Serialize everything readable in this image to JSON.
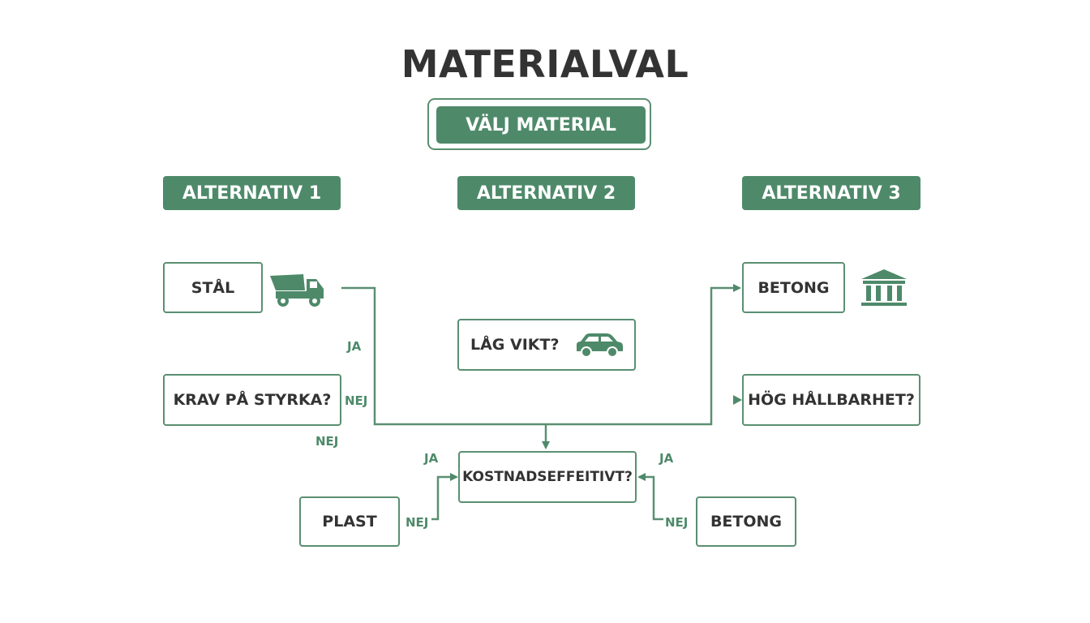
{
  "title": "MATERIALVAL",
  "main_button": "VÄLJ MATERIAL",
  "headers": [
    "ALTERNATIV 1",
    "ALTERNATIV 2",
    "ALTERNATIV 3"
  ],
  "nodes": {
    "stal": "STÅL",
    "krav_styrka": "KRAV PÅ STYRKA?",
    "lag_vikt": "LÅG VIKT?",
    "betong_top": "BETONG",
    "hog_hallbarhet": "HÖG HÅLLBARHET?",
    "kostnad": "KOSTNADSEFFEITIVT?",
    "plast": "PLAST",
    "betong_bottom": "BETONG"
  },
  "labels": {
    "ja_left": "JA",
    "nej_krav_right": "NEJ",
    "nej_krav_below": "NEJ",
    "ja_kostnad_left": "JA",
    "ja_kostnad_right": "JA",
    "nej_plast": "NEJ",
    "nej_betong": "NEJ"
  },
  "icons": {
    "stal": "dump-truck-icon",
    "lag_vikt": "car-icon",
    "betong": "bank-building-icon"
  },
  "colors": {
    "accent": "#4e8a6a",
    "border": "#5a8f72",
    "text": "#333333"
  }
}
